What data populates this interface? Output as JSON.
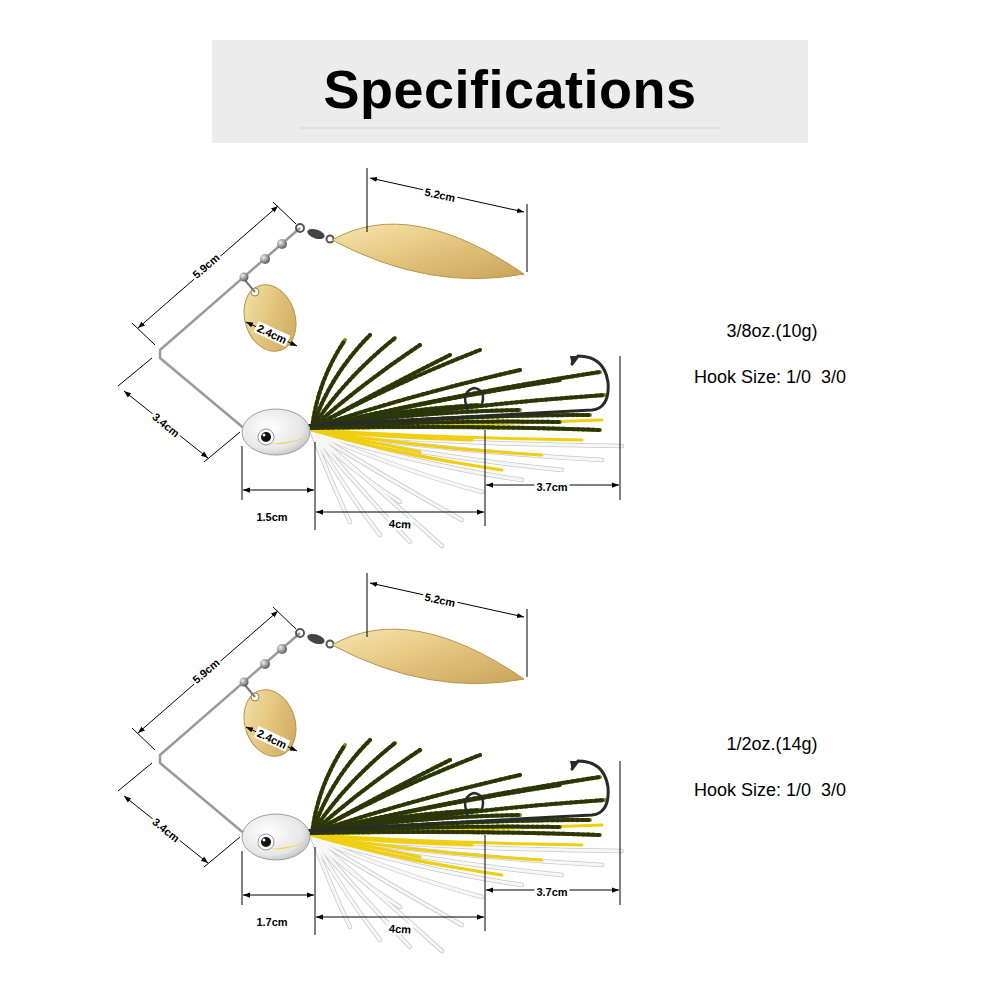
{
  "diagram": {
    "title": "Specifications",
    "labels": [
      "5.2cm",
      "5.9cm",
      "2.4cm",
      "3.4cm",
      "1.5cm",
      "4cm",
      "3.7cm",
      "3/8oz.(10g)",
      "Hook Size: 1/0  3/0",
      "5.2cm",
      "5.9cm",
      "2.4cm",
      "3.4cm",
      "1.7cm",
      "4cm",
      "3.7cm",
      "1/2oz.(14g)",
      "Hook Size: 1/0  3/0"
    ]
  }
}
